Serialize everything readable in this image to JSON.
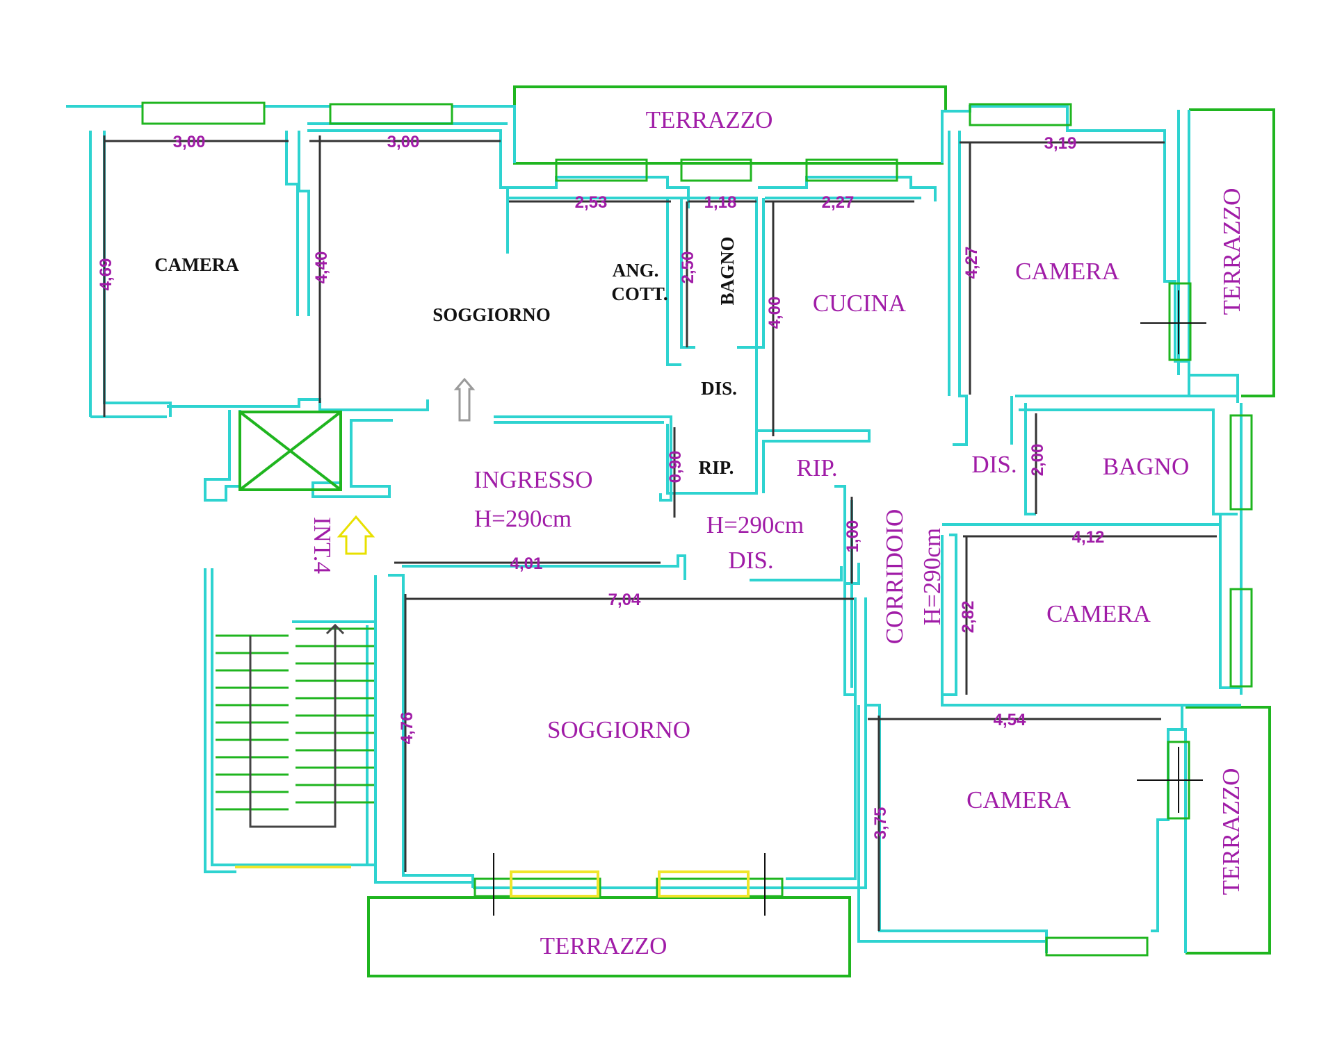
{
  "rooms": {
    "camera_top_left": "CAMERA",
    "soggiorno_top": "SOGGIORNO",
    "ang_cott_1": "ANG.",
    "ang_cott_2": "COTT.",
    "bagno_top": "BAGNO",
    "dis_top": "DIS.",
    "rip_left": "RIP.",
    "rip_right": "RIP.",
    "cucina": "CUCINA",
    "camera_top_right": "CAMERA",
    "terrazzo_top": "TERRAZZO",
    "terrazzo_right_top": "TERRAZZO",
    "dis_right": "DIS.",
    "bagno_right": "BAGNO",
    "camera_mid_right": "CAMERA",
    "ingresso": "INGRESSO",
    "ingresso_h": "H=290cm",
    "dis_h": "H=290cm",
    "dis_mid": "DIS.",
    "corridoio": "CORRIDOIO",
    "corridoio_h": "H=290cm",
    "int4": "INT.4",
    "soggiorno_bottom": "SOGGIORNO",
    "camera_bottom_right": "CAMERA",
    "terrazzo_right_bottom": "TERRAZZO",
    "terrazzo_bottom": "TERRAZZO"
  },
  "dimensions": {
    "d_300_a": "3,00",
    "d_300_b": "3,00",
    "d_469": "4,69",
    "d_440": "4,40",
    "d_253": "2,53",
    "d_118": "1,18",
    "d_227": "2,27",
    "d_250": "2,50",
    "d_400": "4,00",
    "d_319": "3,19",
    "d_427": "4,27",
    "d_090": "0,90",
    "d_100": "1,00",
    "d_200": "2,00",
    "d_412": "4,12",
    "d_282": "2,82",
    "d_401": "4,01",
    "d_704": "7,04",
    "d_476": "4,76",
    "d_454": "4,54",
    "d_375": "3,75"
  },
  "colors": {
    "walls": "#2ed3d0",
    "terraces": "#1fb51f",
    "labels": "#a01ca7",
    "windows_alt": "#f0e52a"
  }
}
